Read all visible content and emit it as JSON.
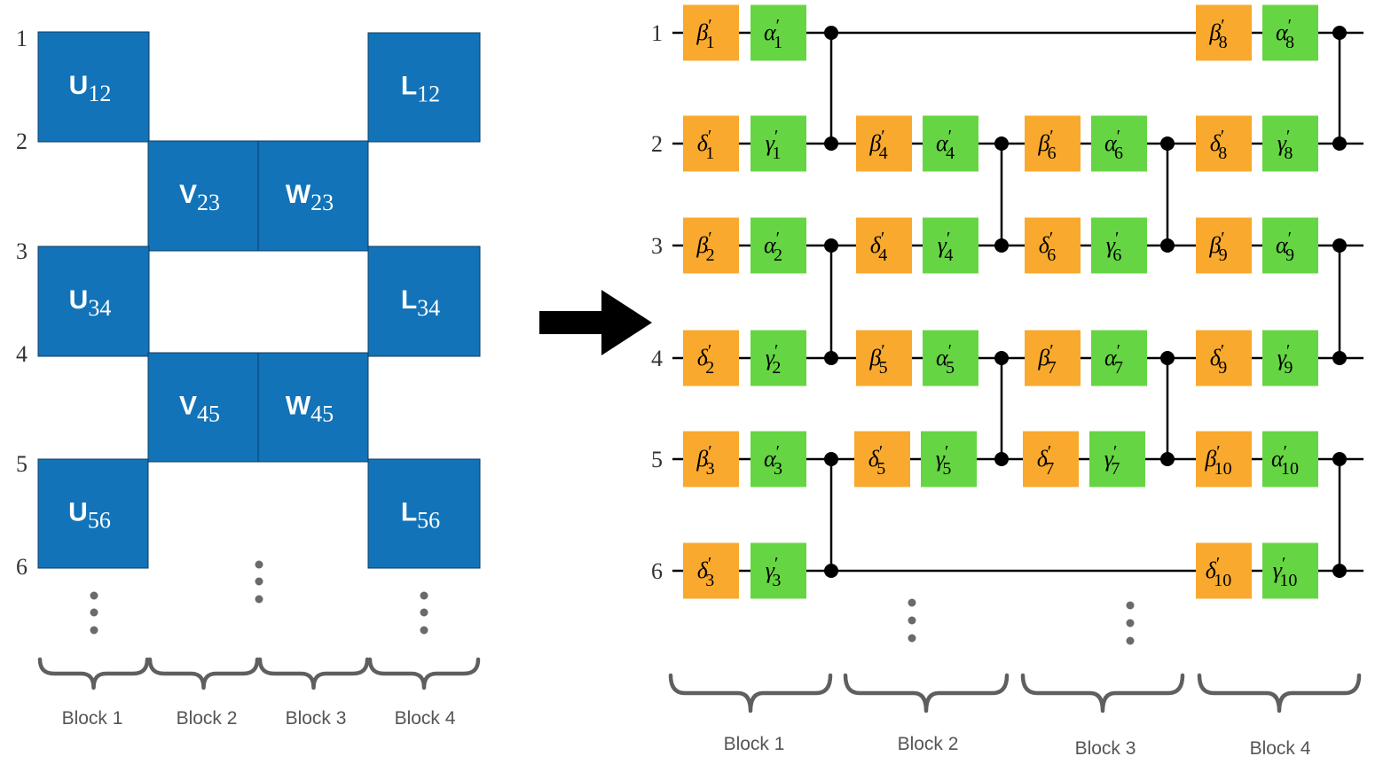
{
  "colors": {
    "matrix_fill": "#1273b8",
    "matrix_border": "#0d3d66",
    "orange_gate": "#f9a92d",
    "green_gate": "#66d543",
    "wire": "#000000",
    "dots": "#6a6a6a",
    "brace": "#5f5f5f"
  },
  "left_panel": {
    "row_labels": [
      "1",
      "2",
      "3",
      "4",
      "5",
      "6"
    ],
    "matrices": [
      {
        "letter": "U",
        "sub": "12"
      },
      {
        "letter": "L",
        "sub": "12"
      },
      {
        "letter": "V",
        "sub": "23"
      },
      {
        "letter": "W",
        "sub": "23"
      },
      {
        "letter": "U",
        "sub": "34"
      },
      {
        "letter": "L",
        "sub": "34"
      },
      {
        "letter": "V",
        "sub": "45"
      },
      {
        "letter": "W",
        "sub": "45"
      },
      {
        "letter": "U",
        "sub": "56"
      },
      {
        "letter": "L",
        "sub": "56"
      }
    ],
    "block_labels": [
      "Block 1",
      "Block 2",
      "Block 3",
      "Block 4"
    ]
  },
  "arrow_icon": "right-arrow-icon",
  "right_panel": {
    "row_labels": [
      "1",
      "2",
      "3",
      "4",
      "5",
      "6"
    ],
    "gates": [
      {
        "sym": "β",
        "sub": "1",
        "color": "orange"
      },
      {
        "sym": "α",
        "sub": "1",
        "color": "green"
      },
      {
        "sym": "δ",
        "sub": "1",
        "color": "orange"
      },
      {
        "sym": "γ",
        "sub": "1",
        "color": "green"
      },
      {
        "sym": "β",
        "sub": "2",
        "color": "orange"
      },
      {
        "sym": "α",
        "sub": "2",
        "color": "green"
      },
      {
        "sym": "δ",
        "sub": "2",
        "color": "orange"
      },
      {
        "sym": "γ",
        "sub": "2",
        "color": "green"
      },
      {
        "sym": "β",
        "sub": "3",
        "color": "orange"
      },
      {
        "sym": "α",
        "sub": "3",
        "color": "green"
      },
      {
        "sym": "δ",
        "sub": "3",
        "color": "orange"
      },
      {
        "sym": "γ",
        "sub": "3",
        "color": "green"
      },
      {
        "sym": "β",
        "sub": "4",
        "color": "orange"
      },
      {
        "sym": "α",
        "sub": "4",
        "color": "green"
      },
      {
        "sym": "δ",
        "sub": "4",
        "color": "orange"
      },
      {
        "sym": "γ",
        "sub": "4",
        "color": "green"
      },
      {
        "sym": "β",
        "sub": "5",
        "color": "orange"
      },
      {
        "sym": "α",
        "sub": "5",
        "color": "green"
      },
      {
        "sym": "δ",
        "sub": "5",
        "color": "orange"
      },
      {
        "sym": "γ",
        "sub": "5",
        "color": "green"
      },
      {
        "sym": "β",
        "sub": "6",
        "color": "orange"
      },
      {
        "sym": "α",
        "sub": "6",
        "color": "green"
      },
      {
        "sym": "δ",
        "sub": "6",
        "color": "orange"
      },
      {
        "sym": "γ",
        "sub": "6",
        "color": "green"
      },
      {
        "sym": "β",
        "sub": "7",
        "color": "orange"
      },
      {
        "sym": "α",
        "sub": "7",
        "color": "green"
      },
      {
        "sym": "δ",
        "sub": "7",
        "color": "orange"
      },
      {
        "sym": "γ",
        "sub": "7",
        "color": "green"
      },
      {
        "sym": "β",
        "sub": "8",
        "color": "orange"
      },
      {
        "sym": "α",
        "sub": "8",
        "color": "green"
      },
      {
        "sym": "δ",
        "sub": "8",
        "color": "orange"
      },
      {
        "sym": "γ",
        "sub": "8",
        "color": "green"
      },
      {
        "sym": "β",
        "sub": "9",
        "color": "orange"
      },
      {
        "sym": "α",
        "sub": "9",
        "color": "green"
      },
      {
        "sym": "δ",
        "sub": "9",
        "color": "orange"
      },
      {
        "sym": "γ",
        "sub": "9",
        "color": "green"
      },
      {
        "sym": "β",
        "sub": "10",
        "color": "orange"
      },
      {
        "sym": "α",
        "sub": "10",
        "color": "green"
      },
      {
        "sym": "δ",
        "sub": "10",
        "color": "orange"
      },
      {
        "sym": "γ",
        "sub": "10",
        "color": "green"
      }
    ],
    "block_labels": [
      "Block 1",
      "Block 2",
      "Block 3",
      "Block 4"
    ]
  }
}
